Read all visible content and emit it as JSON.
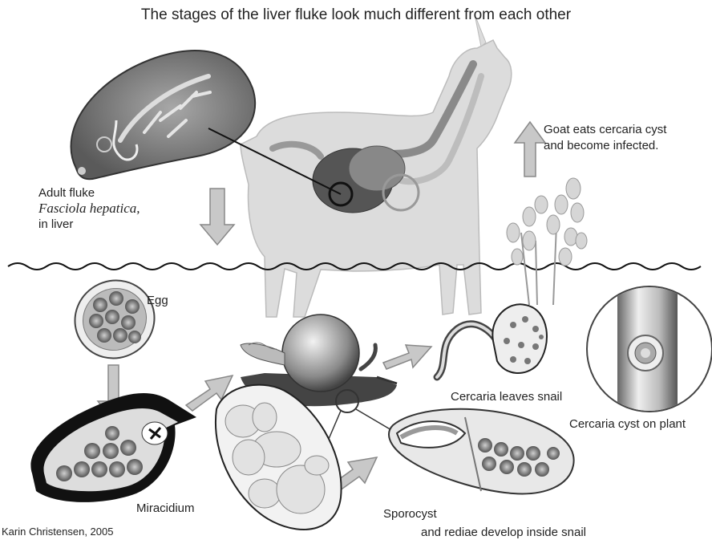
{
  "title": "The stages of the liver fluke look much different from each other",
  "labels": {
    "adult_line1": "Adult fluke",
    "adult_species": "Fasciola hepatica,",
    "adult_line3": "in liver",
    "goat_line1": "Goat eats cercaria cyst",
    "goat_line2": "and become infected.",
    "egg": "Egg",
    "miracidium": "Miracidium",
    "sporocyst_line1": "Sporocyst",
    "sporocyst_line2": "and rediae develop inside snail",
    "cercaria_leaves": "Cercaria leaves snail",
    "cercaria_cyst": "Cercaria cyst on plant",
    "credit": "Karin Christensen, 2005"
  },
  "colors": {
    "ink": "#222222",
    "light_gray": "#d9d9d9",
    "mid_gray": "#9a9a9a",
    "dark_gray": "#555555"
  }
}
